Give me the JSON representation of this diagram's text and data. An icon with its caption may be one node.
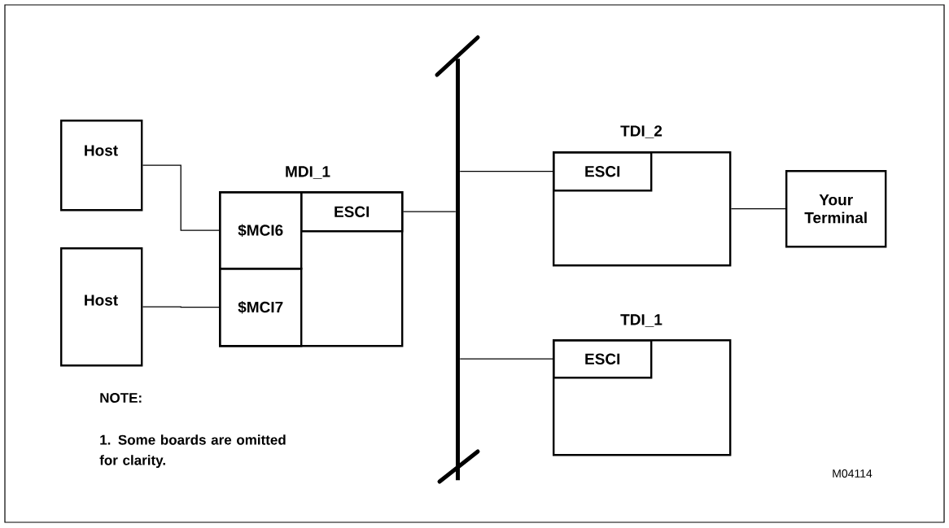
{
  "diagram": {
    "nodes": [
      {
        "text": [
          "Host"
        ]
      },
      {
        "text": [
          "Host"
        ]
      },
      {
        "text": [
          "MDI_1"
        ]
      },
      {
        "text": [
          "$MCI6"
        ],
        "in": 2
      },
      {
        "text": [
          "$MCI7"
        ],
        "in": 2
      },
      {
        "text": [
          "ESCI"
        ],
        "in": 2
      },
      {
        "text": [],
        "shape": "bar"
      },
      {
        "text": [
          "TDI_2"
        ]
      },
      {
        "text": [
          "ESCI"
        ],
        "in": 7
      },
      {
        "text": [
          "Your Terminal"
        ]
      },
      {
        "text": [
          "TDI_1"
        ]
      },
      {
        "text": [
          "ESCI"
        ],
        "in": 10
      }
    ],
    "edges": [
      {
        "from": 0,
        "to": 3,
        "arrow": "none"
      },
      {
        "from": 1,
        "to": 4,
        "arrow": "none"
      },
      {
        "from": 5,
        "to": 6,
        "arrow": "none"
      },
      {
        "from": 6,
        "to": 8,
        "arrow": "none"
      },
      {
        "from": 7,
        "to": 9,
        "arrow": "none"
      },
      {
        "from": 6,
        "to": 11,
        "arrow": "none"
      }
    ],
    "labels": [
      "NOTE:",
      "1. Some boards are omitted for clarity.",
      "M04114"
    ]
  }
}
